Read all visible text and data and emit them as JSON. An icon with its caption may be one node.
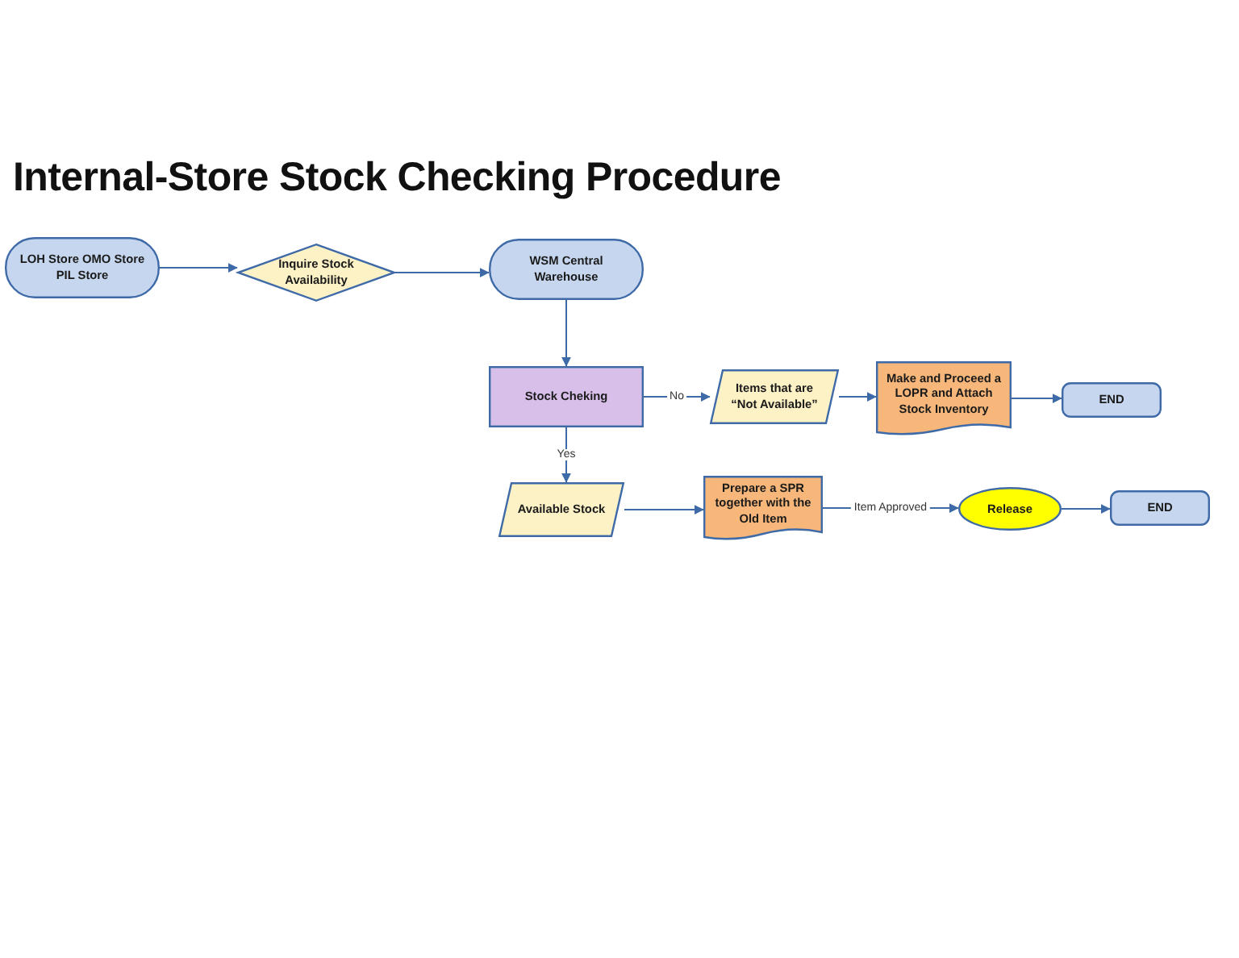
{
  "diagram": {
    "title": "Internal-Store Stock Checking Procedure",
    "nodes": [
      {
        "text": [
          "LOH Store OMO Store PIL Store"
        ]
      },
      {
        "text": [
          "Inquire Stock Availability"
        ]
      },
      {
        "text": [
          "WSM Central Warehouse"
        ]
      },
      {
        "text": [
          "Stock Cheking"
        ]
      },
      {
        "text": [
          "Items that are “Not Available”"
        ]
      },
      {
        "text": [
          "Make and Proceed a LOPR and Attach Stock Inventory"
        ]
      },
      {
        "text": [
          "END"
        ]
      },
      {
        "text": [
          "Available Stock"
        ]
      },
      {
        "text": [
          "Prepare a SPR together with the Old Item"
        ]
      },
      {
        "text": [
          "Release"
        ]
      },
      {
        "text": [
          "END"
        ]
      }
    ],
    "edges": [
      {
        "from": 0,
        "to": 1,
        "arrow": "to"
      },
      {
        "from": 1,
        "to": 2,
        "arrow": "to"
      },
      {
        "from": 2,
        "to": 3,
        "arrow": "to"
      },
      {
        "from": 3,
        "to": 4,
        "arrow": "to",
        "label": "No"
      },
      {
        "from": 4,
        "to": 5,
        "arrow": "to"
      },
      {
        "from": 5,
        "to": 6,
        "arrow": "to"
      },
      {
        "from": 3,
        "to": 7,
        "arrow": "to",
        "label": "Yes"
      },
      {
        "from": 7,
        "to": 8,
        "arrow": "to"
      },
      {
        "from": 8,
        "to": 9,
        "arrow": "to",
        "label": "Item Approved"
      },
      {
        "from": 9,
        "to": 10,
        "arrow": "to"
      }
    ]
  }
}
